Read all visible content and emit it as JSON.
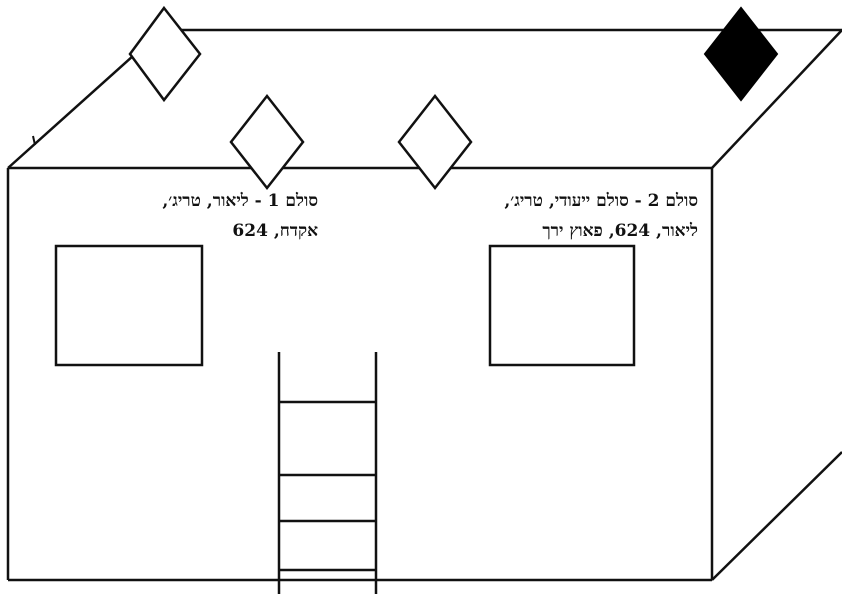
{
  "labels": {
    "ladder1": {
      "line1": "סולם 1 - ליאור, טריג׳,",
      "line2": "אקדח, 624"
    },
    "ladder2": {
      "line1": "סולם 2 - סולם ייעודי, טריג׳,",
      "line2": "ליאור, 624, פאוץ ירך"
    }
  },
  "colors": {
    "stroke": "#111111",
    "background": "#ffffff",
    "filled_diamond": "#000000"
  },
  "shapes": {
    "diamonds": [
      {
        "name": "roof-diamond-left",
        "filled": false
      },
      {
        "name": "roof-diamond-center-left",
        "filled": false
      },
      {
        "name": "roof-diamond-center-right",
        "filled": false
      },
      {
        "name": "roof-diamond-right",
        "filled": true
      }
    ],
    "windows": [
      "window-left",
      "window-right"
    ],
    "ladder_rungs": 4
  }
}
